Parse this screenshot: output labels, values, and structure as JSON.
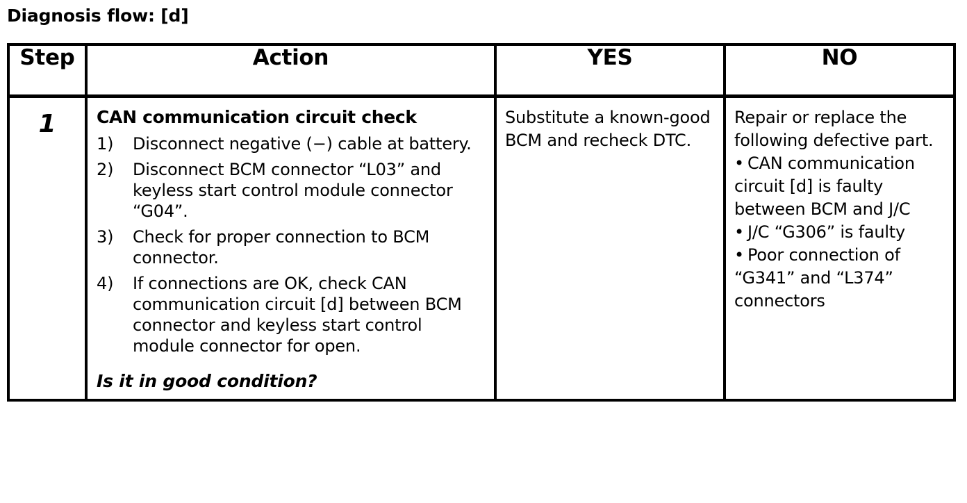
{
  "page": {
    "title": "Diagnosis flow: [d]"
  },
  "table": {
    "headers": {
      "step": "Step",
      "action": "Action",
      "yes": "YES",
      "no": "NO"
    },
    "rows": [
      {
        "step": "1",
        "action": {
          "heading": "CAN communication circuit check",
          "steps": [
            {
              "marker": "1)",
              "text": "Disconnect negative (−) cable at battery."
            },
            {
              "marker": "2)",
              "text": "Disconnect BCM connector “L03” and keyless start control module connector “G04”."
            },
            {
              "marker": "3)",
              "text": "Check for proper connection to BCM connector."
            },
            {
              "marker": "4)",
              "text": "If connections are OK, check CAN communication circuit [d] between BCM connector and keyless start control module connector for open."
            }
          ],
          "question": "Is it in good condition?"
        },
        "yes": {
          "text": "Substitute a known-good BCM and recheck DTC."
        },
        "no": {
          "intro": "Repair or replace the following defective part.",
          "bullet": "•",
          "items": [
            "CAN communication circuit [d] is faulty between BCM and J/C",
            "J/C “G306” is faulty",
            "Poor connection of “G341” and “L374” connectors"
          ]
        }
      }
    ]
  },
  "colors": {
    "ink": "#000000",
    "paper": "#ffffff"
  }
}
